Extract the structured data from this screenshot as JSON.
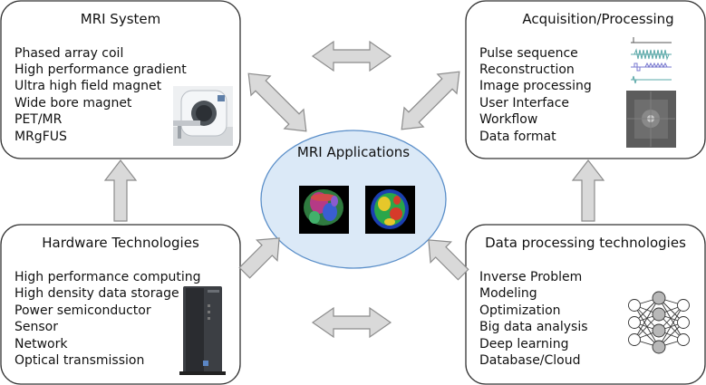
{
  "center": {
    "title": "MRI Applications"
  },
  "boxes": {
    "mri_system": {
      "title": "MRI System",
      "items": [
        "Phased array coil",
        "High performance gradient",
        "Ultra high field magnet",
        "Wide bore magnet",
        "PET/MR",
        "MRgFUS"
      ]
    },
    "acquisition": {
      "title": "Acquisition/Processing",
      "items": [
        "Pulse sequence",
        "Reconstruction",
        "Image processing",
        "User Interface",
        "Workflow",
        "Data format"
      ]
    },
    "hardware": {
      "title": "Hardware Technologies",
      "items": [
        "High performance computing",
        "High density data storage",
        "Power semiconductor",
        "Sensor",
        "Network",
        "Optical transmission"
      ]
    },
    "data_processing": {
      "title": "Data processing technologies",
      "items": [
        "Inverse Problem",
        "Modeling",
        "Optimization",
        "Big data analysis",
        "Deep learning",
        "Database/Cloud"
      ]
    }
  },
  "colors": {
    "arrow_fill": "#d9d9d9",
    "arrow_stroke": "#8c8c8c",
    "ellipse_fill": "#dbe9f7",
    "ellipse_stroke": "#5b8fc9",
    "box_stroke": "#333333"
  }
}
